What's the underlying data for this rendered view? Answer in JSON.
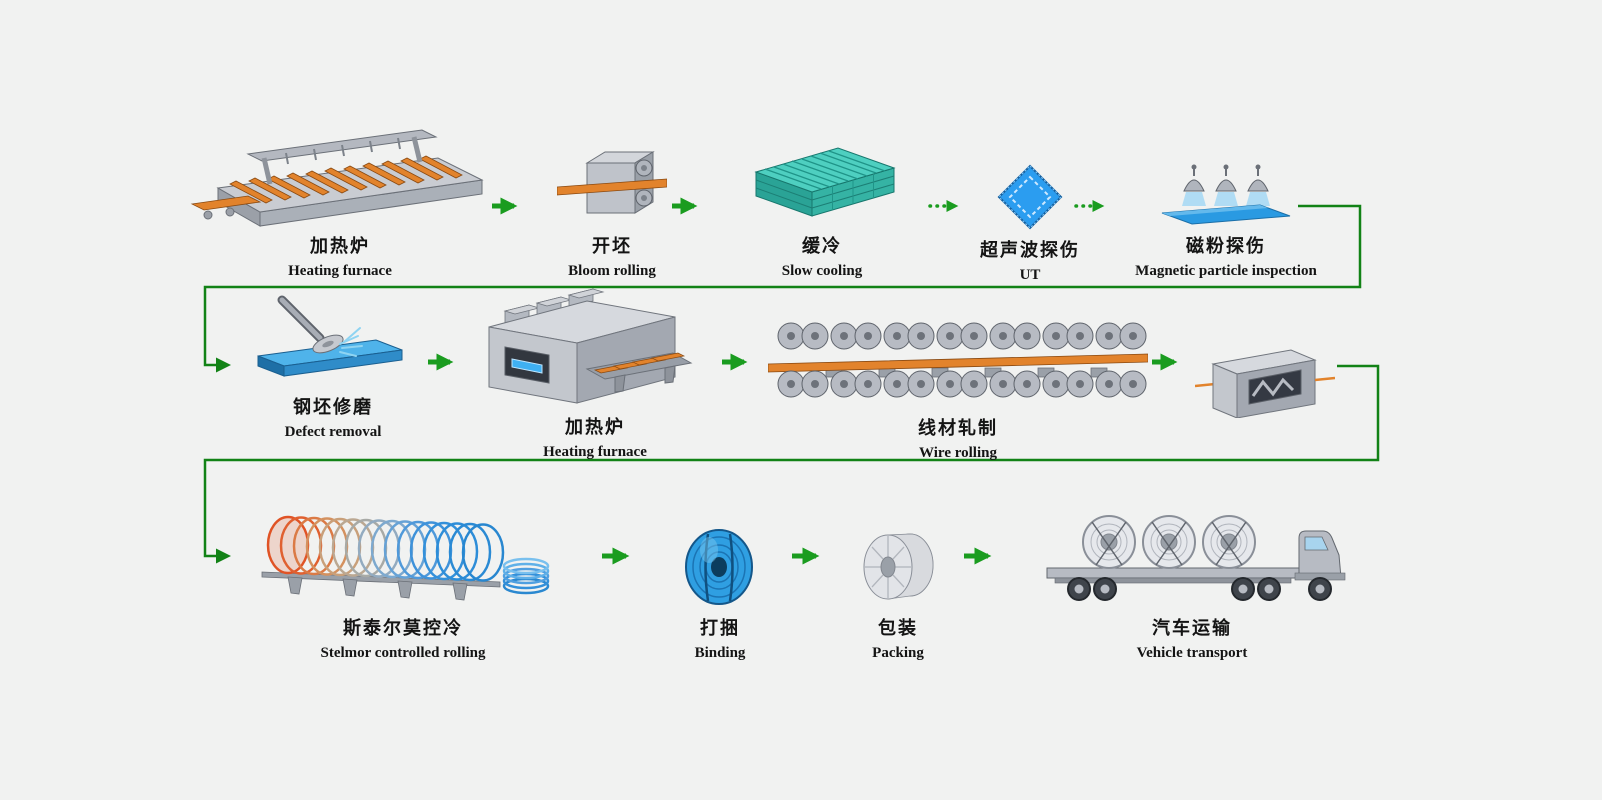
{
  "diagram": {
    "stations": [
      {
        "id": "heating-furnace-1",
        "zh": "加热炉",
        "en": "Heating furnace",
        "icon": "heating-furnace-icon"
      },
      {
        "id": "bloom-rolling",
        "zh": "开坯",
        "en": "Bloom rolling",
        "icon": "bloom-rolling-icon"
      },
      {
        "id": "slow-cooling",
        "zh": "缓冷",
        "en": "Slow cooling",
        "icon": "slow-cooling-icon"
      },
      {
        "id": "ultrasonic-testing",
        "zh": "超声波探伤",
        "en": "UT",
        "icon": "ut-probe-icon"
      },
      {
        "id": "magnetic-particle-inspection",
        "zh": "磁粉探伤",
        "en": "Magnetic particle inspection",
        "icon": "mpi-lamps-icon"
      },
      {
        "id": "defect-removal",
        "zh": "钢坯修磨",
        "en": "Defect removal",
        "icon": "grinding-icon"
      },
      {
        "id": "heating-furnace-2",
        "zh": "加热炉",
        "en": "Heating furnace",
        "icon": "reheating-furnace-icon"
      },
      {
        "id": "wire-rolling",
        "zh": "线材轧制",
        "en": "Wire rolling",
        "icon": "rolling-mill-icon"
      },
      {
        "id": "laying-head",
        "zh": "",
        "en": "",
        "icon": "laying-head-icon"
      },
      {
        "id": "stelmor-controlled-cooling",
        "zh": "斯泰尔莫控冷",
        "en": "Stelmor controlled rolling",
        "icon": "stelmor-conveyor-icon"
      },
      {
        "id": "binding",
        "zh": "打捆",
        "en": "Binding",
        "icon": "coil-binding-icon"
      },
      {
        "id": "packing",
        "zh": "包装",
        "en": "Packing",
        "icon": "coil-packing-icon"
      },
      {
        "id": "vehicle-transport",
        "zh": "汽车运输",
        "en": "Vehicle transport",
        "icon": "truck-icon"
      }
    ],
    "colors": {
      "background": "#f1f2f1",
      "arrow_green": "#1a9c1f",
      "connector_green": "#128216",
      "steel_orange": "#e2832c",
      "machine_gray": "#bfc3ca",
      "cooling_teal": "#35b3a4",
      "steel_blue": "#2f9fe2"
    }
  }
}
